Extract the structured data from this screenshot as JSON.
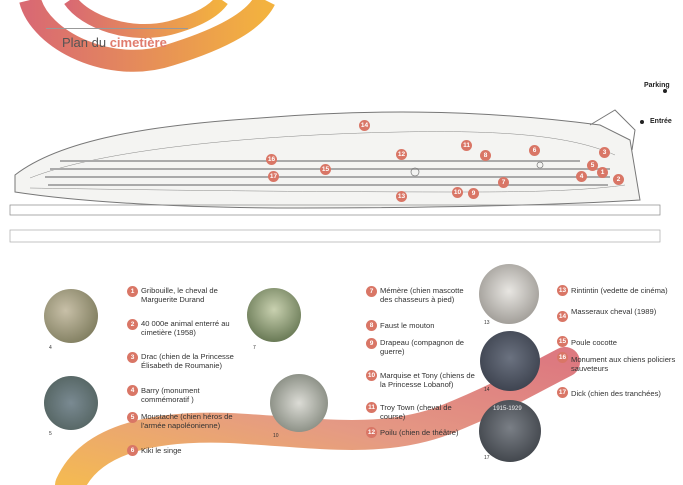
{
  "title": {
    "prefix": "Plan du ",
    "highlight": "cimetière"
  },
  "external_labels": {
    "parking": "Parking",
    "entree": "Entrée"
  },
  "map_markers": [
    "14",
    "16",
    "17",
    "15",
    "12",
    "13",
    "11",
    "8",
    "6",
    "3",
    "5",
    "1",
    "4",
    "2",
    "7",
    "10",
    "9"
  ],
  "legend": [
    {
      "num": "1",
      "text": "Gribouille, le cheval de Marguerite Durand"
    },
    {
      "num": "2",
      "text": "40 000e animal enterré au cimetière (1958)"
    },
    {
      "num": "3",
      "text": "Drac (chien de la Princesse Élisabeth de Roumanie)"
    },
    {
      "num": "4",
      "text": "Barry (monument commémoratif )"
    },
    {
      "num": "5",
      "text": "Moustache (chien héros de l'armée napoléonienne)"
    },
    {
      "num": "6",
      "text": "Kiki le singe"
    },
    {
      "num": "7",
      "text": "Mémère (chien mascotte des chasseurs à pied)"
    },
    {
      "num": "8",
      "text": "Faust le mouton"
    },
    {
      "num": "9",
      "text": "Drapeau (compagnon de guerre)"
    },
    {
      "num": "10",
      "text": "Marquise et Tony (chiens de la Princesse Lobanof)"
    },
    {
      "num": "11",
      "text": "Troy Town (cheval de course)"
    },
    {
      "num": "12",
      "text": "Poilu (chien de théâtre)"
    },
    {
      "num": "13",
      "text": "Rintintin (vedette de cinéma)"
    },
    {
      "num": "14",
      "text": "Masseraux cheval (1989)"
    },
    {
      "num": "15",
      "text": "Poule cocotte"
    },
    {
      "num": "16",
      "text": "Monument aux chiens policiers sauveteurs"
    },
    {
      "num": "17",
      "text": "Dick (chien des tranchées)"
    }
  ],
  "photo_labels": [
    "4",
    "5",
    "7",
    "10",
    "13",
    "14",
    "17"
  ],
  "plaque_text": "1915-1929",
  "colors": {
    "accent": "#d97666",
    "gradient_start": "#e07c6e",
    "gradient_end": "#f3b23f"
  }
}
